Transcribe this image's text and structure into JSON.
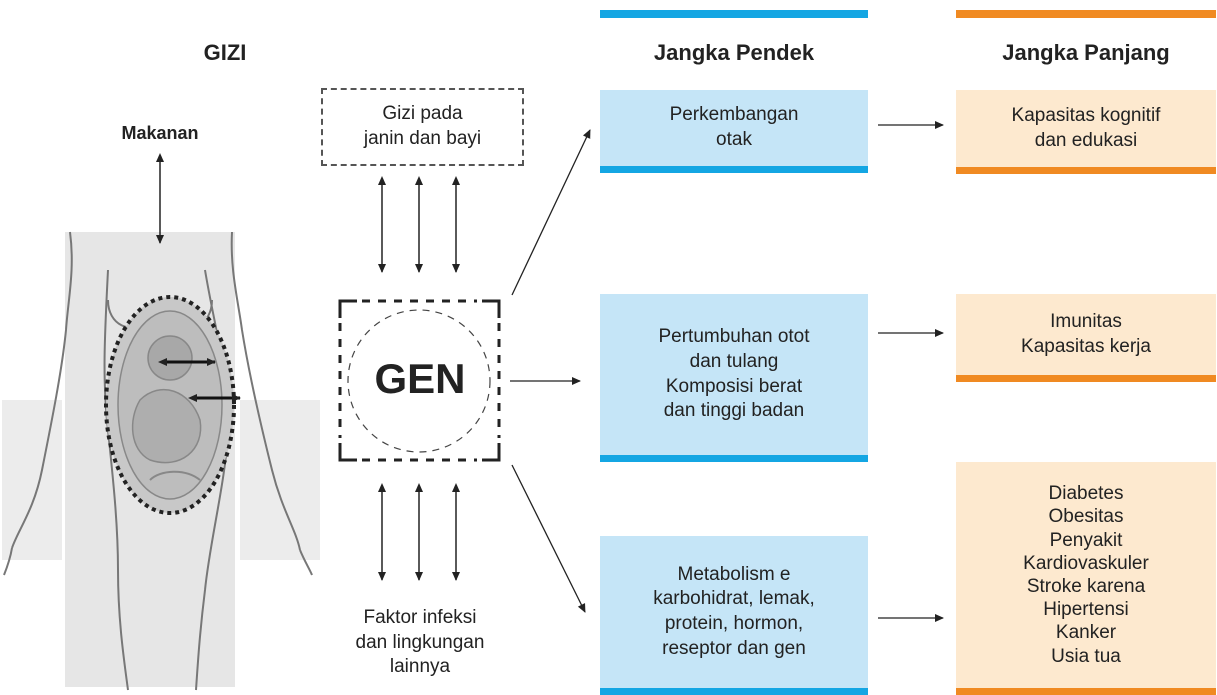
{
  "headers": {
    "gizi": "GIZI",
    "short_term": "Jangka Pendek",
    "long_term": "Jangka Panjang"
  },
  "left": {
    "makanan": "Makanan",
    "gizi_janin": [
      "Gizi pada",
      "janin dan bayi"
    ],
    "gen": "GEN",
    "faktor": [
      "Faktor infeksi",
      "dan lingkungan",
      "lainnya"
    ]
  },
  "short_term_boxes": [
    {
      "lines": [
        "Perkembangan",
        "otak"
      ]
    },
    {
      "lines": [
        "Pertumbuhan otot",
        "dan tulang",
        "Komposisi berat",
        "dan tinggi badan"
      ]
    },
    {
      "lines": [
        "Metabolism e",
        "karbohidrat, lemak,",
        "protein, hormon,",
        "reseptor dan gen"
      ]
    }
  ],
  "long_term_boxes": [
    {
      "lines": [
        "Kapasitas kognitif",
        "dan edukasi"
      ]
    },
    {
      "lines": [
        "Imunitas",
        "Kapasitas kerja"
      ]
    },
    {
      "lines": [
        "Diabetes",
        "Obesitas",
        "Penyakit",
        "Kardiovaskuler",
        "Stroke karena",
        "Hipertensi",
        "Kanker",
        "Usia tua"
      ]
    }
  ],
  "colors": {
    "blue_accent": "#14a6e3",
    "blue_fill": "#c5e5f7",
    "orange_accent": "#f08a22",
    "orange_fill": "#fde9cf"
  }
}
